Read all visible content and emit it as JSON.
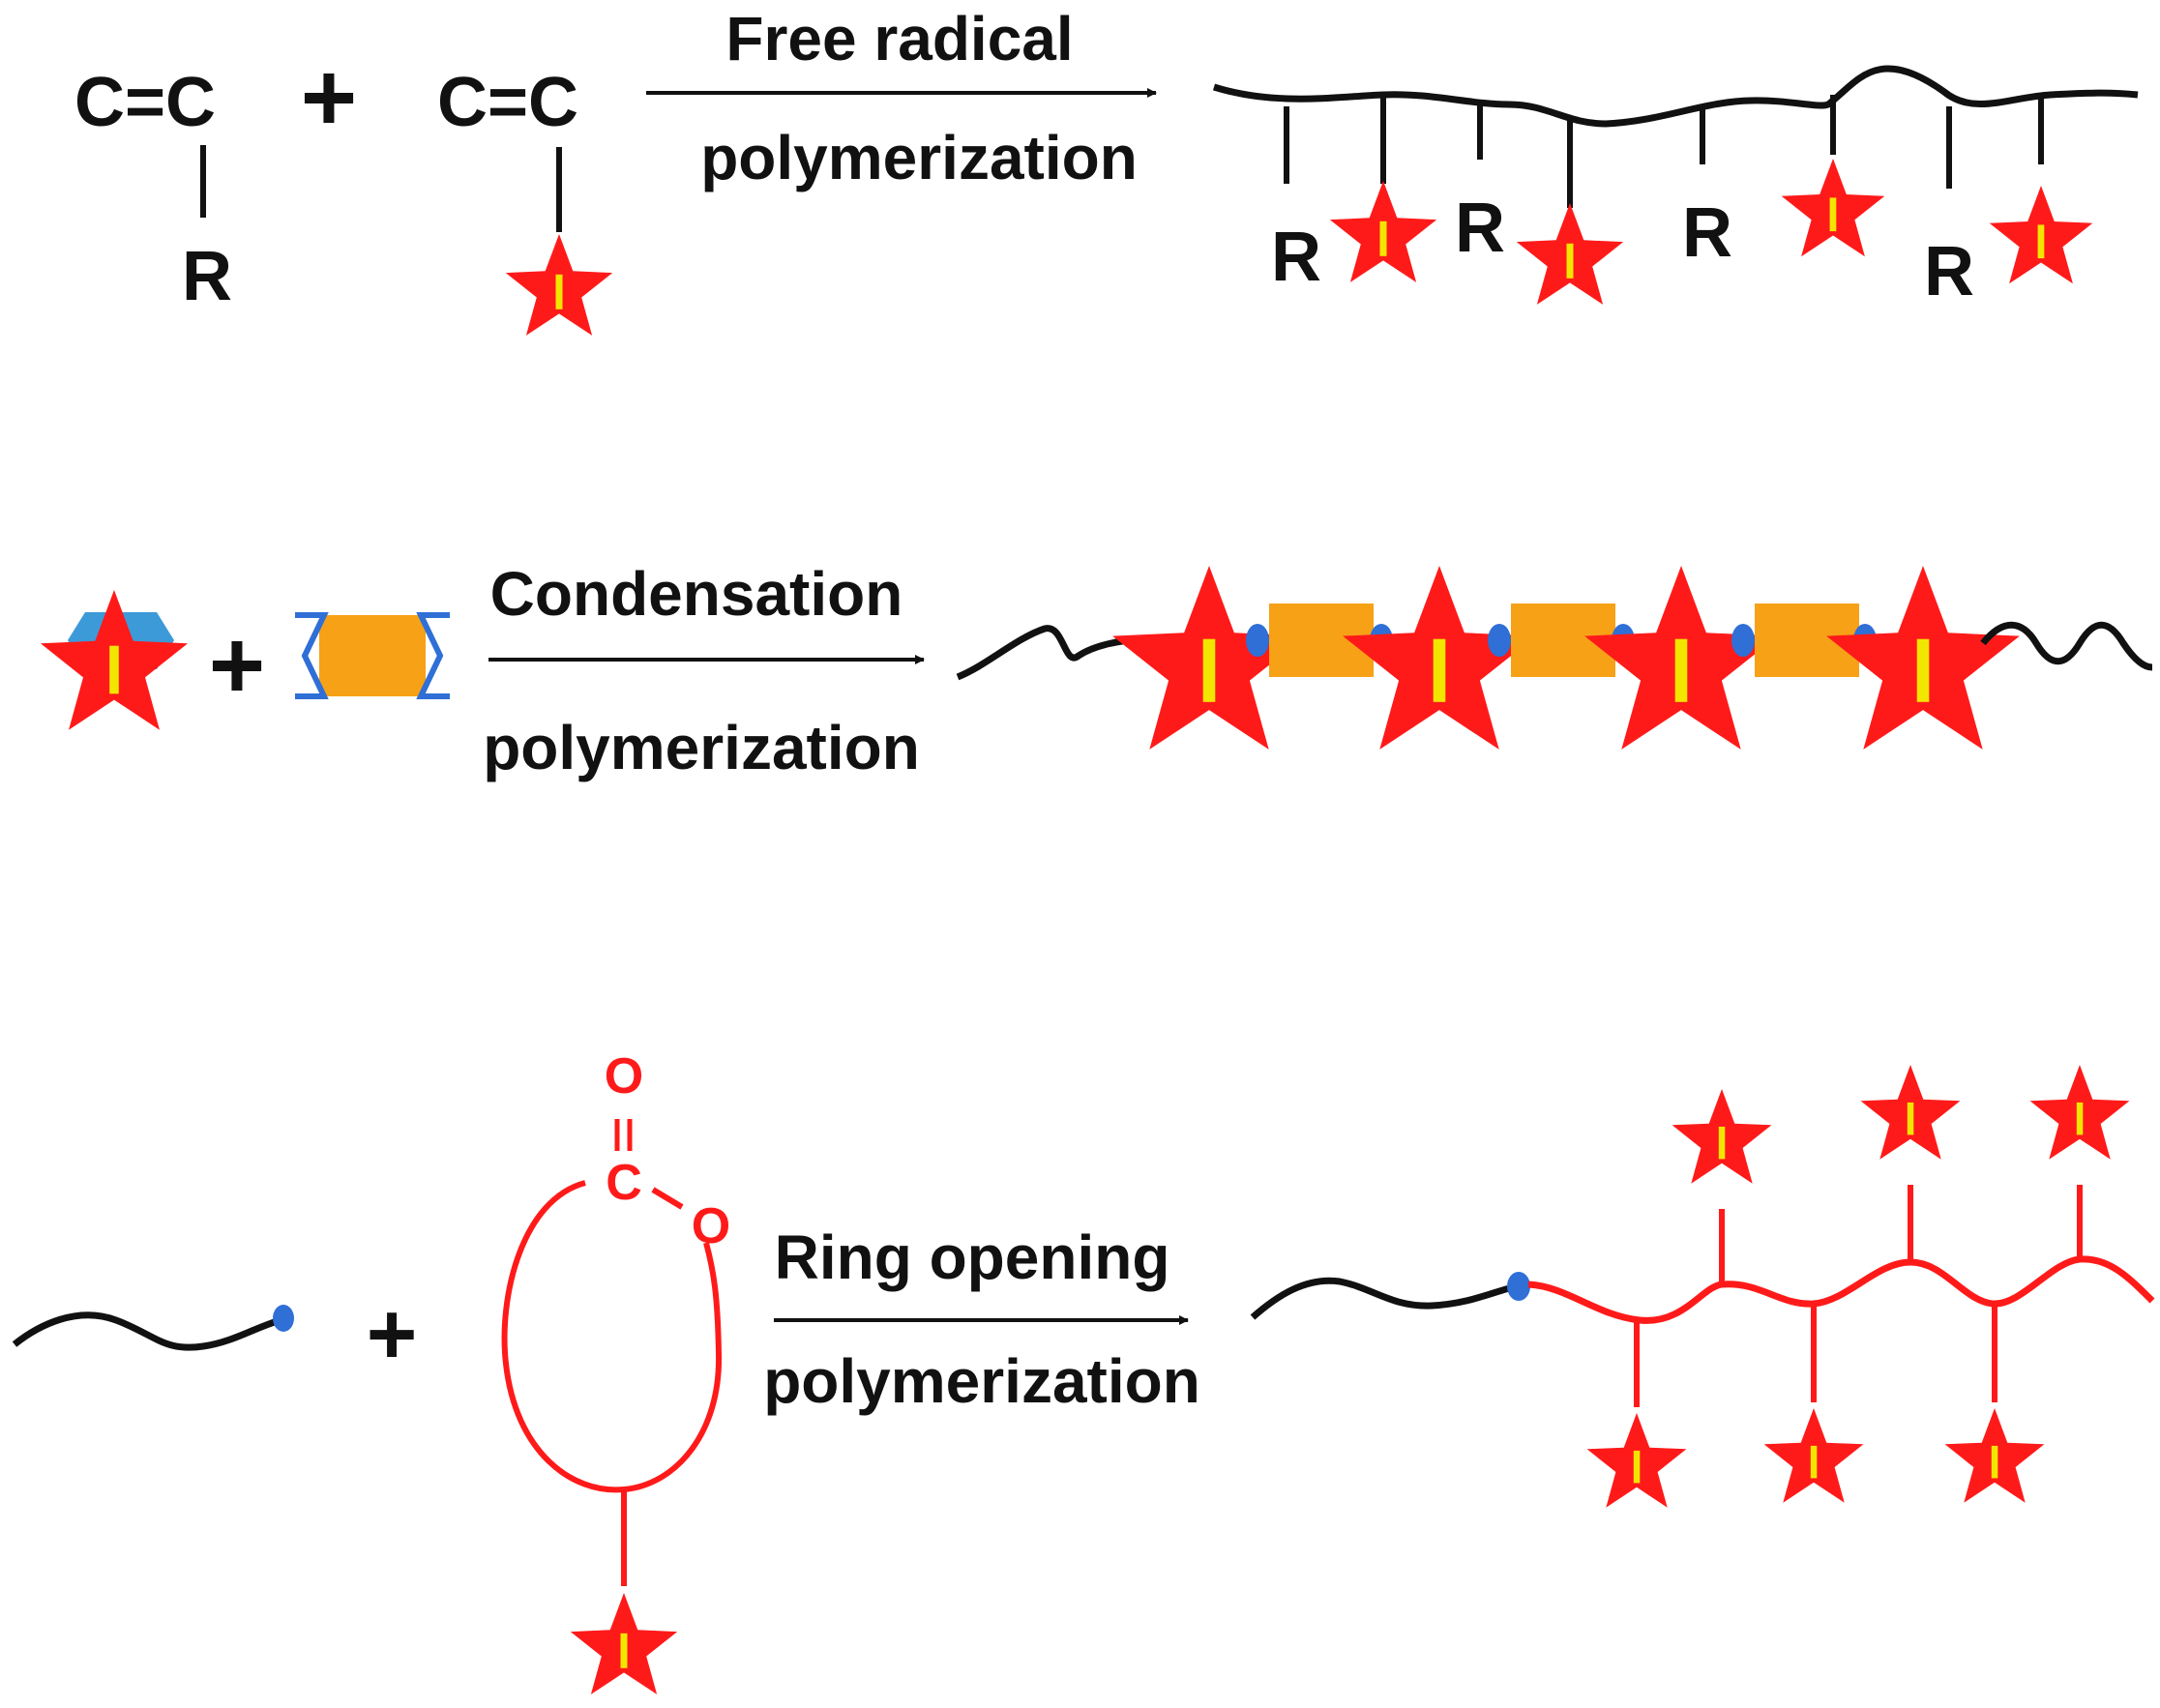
{
  "colors": {
    "ink": "#111111",
    "star": "#ff1a1a",
    "star_bar": "#f2e600",
    "block": "#f7a117",
    "dot": "#2f6fd6",
    "hexagon": "#3d9ad8",
    "monomer_red": "#ff1a1a"
  },
  "row1": {
    "monomer_a": {
      "formula": "C=C",
      "substituent": "R"
    },
    "plus": "+",
    "monomer_b": {
      "formula": "C=C"
    },
    "arrow": {
      "line1": "Free radical",
      "line2": "polymerization"
    },
    "product_labels": [
      "R",
      "R",
      "R",
      "R"
    ]
  },
  "row2": {
    "plus": "+",
    "arrow": {
      "line1": "Condensation",
      "line2": "polymerization"
    }
  },
  "row3": {
    "plus": "+",
    "monomer": {
      "carbonyl_o": "O",
      "carbon": "C",
      "ring_o": "O"
    },
    "arrow": {
      "line1": "Ring opening",
      "line2": "polymerization"
    }
  }
}
